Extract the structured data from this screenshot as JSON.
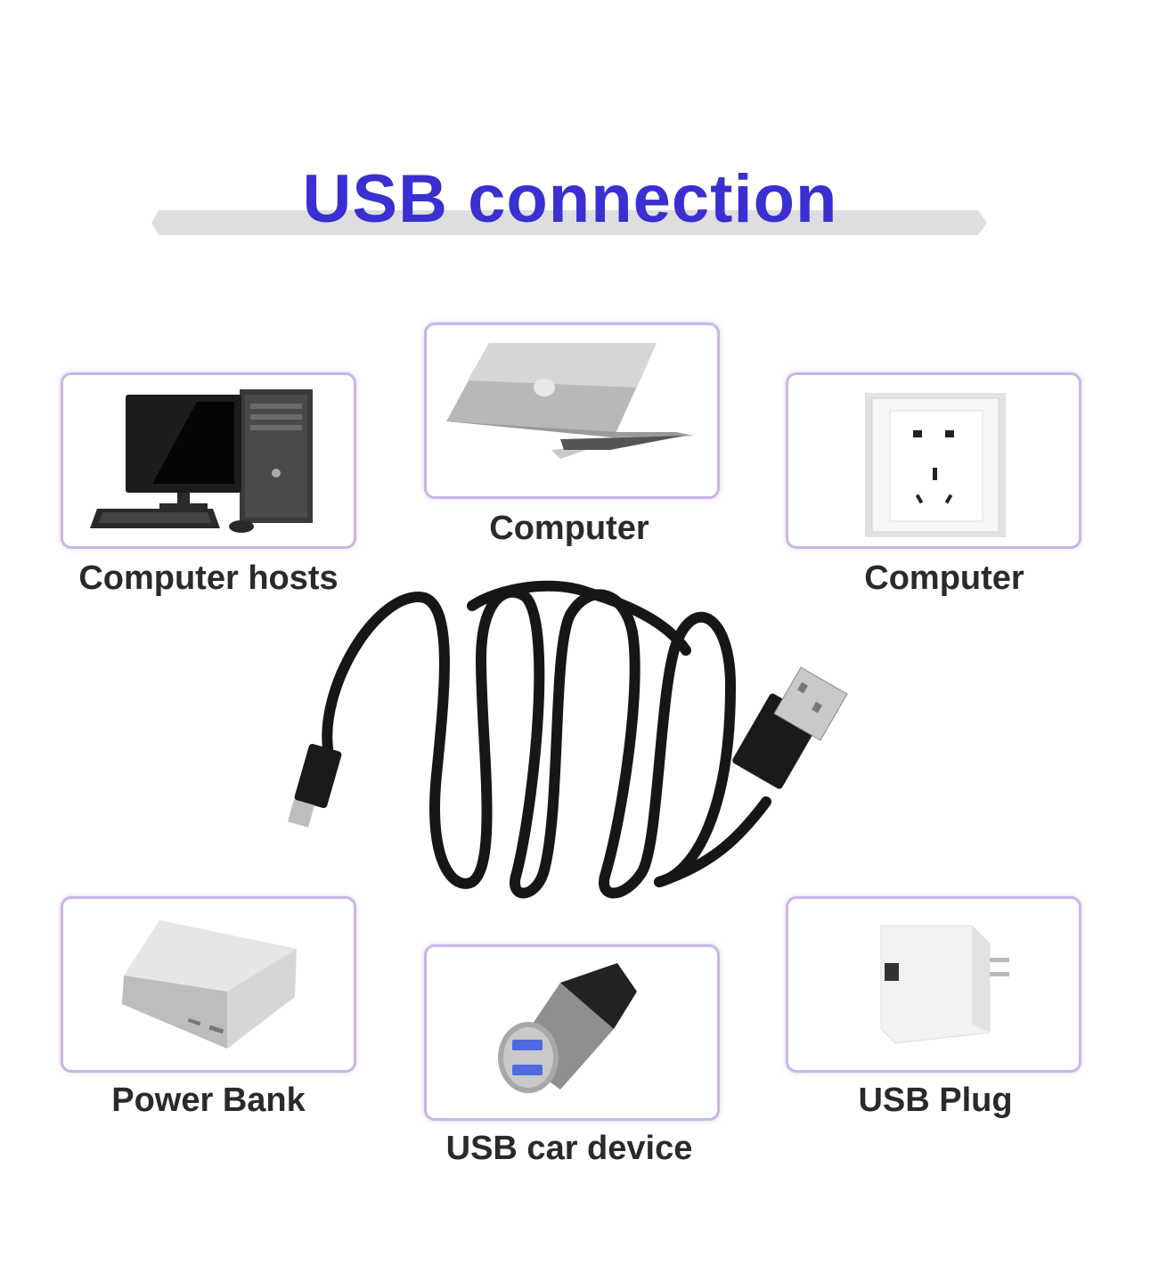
{
  "title": "USB connection",
  "colors": {
    "title": "#3a2fd0",
    "card_border": "#c9b6e8",
    "banner": "#dedede"
  },
  "devices": [
    {
      "label": "Computer hosts",
      "icon": "desktop-computer-icon"
    },
    {
      "label": "Computer",
      "icon": "laptop-icon"
    },
    {
      "label": "Computer",
      "icon": "wall-socket-icon"
    },
    {
      "label": "Power Bank",
      "icon": "power-bank-icon"
    },
    {
      "label": "USB car device",
      "icon": "car-charger-icon"
    },
    {
      "label": "USB Plug",
      "icon": "usb-wall-plug-icon"
    }
  ],
  "cable_icon": "usb-cable-icon"
}
